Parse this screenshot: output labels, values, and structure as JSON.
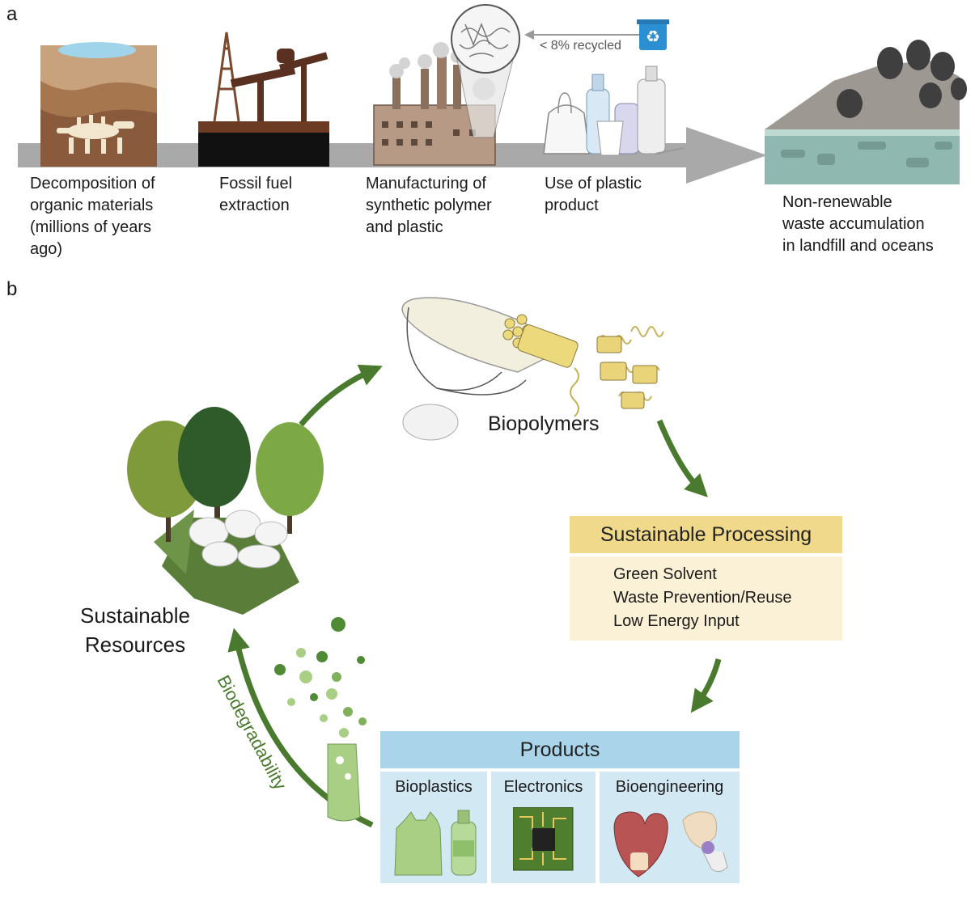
{
  "panel_a": {
    "letter": "a",
    "recycle_note": "< 8% recycled",
    "stages": [
      {
        "label": "Decomposition of\norganic materials\n(millions of years\nago)"
      },
      {
        "label": "Fossil fuel\nextraction"
      },
      {
        "label": "Manufacturing of\nsynthetic polymer\nand plastic"
      },
      {
        "label": "Use of plastic\nproduct"
      },
      {
        "label": "Non-renewable\nwaste accumulation\nin landfill and oceans"
      }
    ]
  },
  "panel_b": {
    "letter": "b",
    "biopolymers": "Biopolymers",
    "resources": "Sustainable\nResources",
    "biodegradability": "Biodegradability",
    "processing": {
      "title": "Sustainable Processing",
      "items": [
        "Green Solvent",
        "Waste Prevention/Reuse",
        "Low Energy Input"
      ]
    },
    "products": {
      "title": "Products",
      "columns": [
        "Bioplastics",
        "Electronics",
        "Bioengineering"
      ]
    }
  },
  "colors": {
    "arrow_green": "#4a7a2e",
    "timeline_gray": "#a9a9a9",
    "processing_header": "#f0d98a",
    "processing_body": "#fbf1d6",
    "products_header": "#a9d4ea",
    "products_body": "#d2e9f4"
  }
}
